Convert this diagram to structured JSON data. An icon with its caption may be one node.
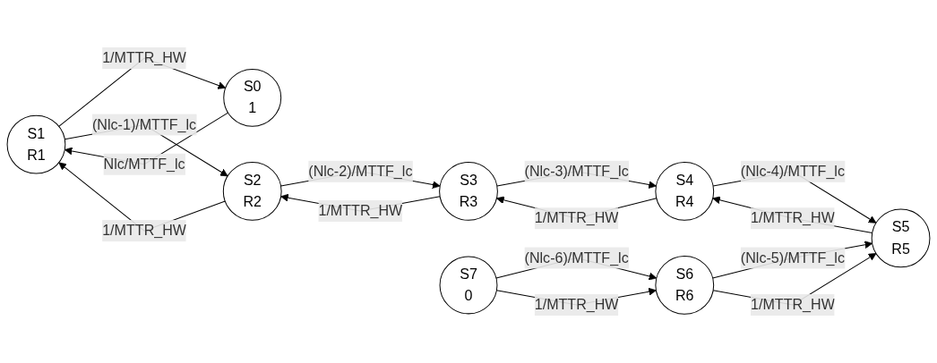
{
  "diagram": {
    "nodes": [
      {
        "text": [
          "S1",
          "R1"
        ]
      },
      {
        "text": [
          "S2",
          "R2"
        ]
      },
      {
        "text": [
          "S3",
          "R3"
        ]
      },
      {
        "text": [
          "S4",
          "R4"
        ]
      },
      {
        "text": [
          "S0",
          "1"
        ]
      },
      {
        "text": [
          "S7",
          "0"
        ]
      },
      {
        "text": [
          "S6",
          "R6"
        ]
      },
      {
        "text": [
          "S5",
          "R5"
        ]
      }
    ],
    "edges": [
      {
        "from": 4,
        "to": 0,
        "arrow": "to",
        "label": "Nlc/MTTF_lc"
      },
      {
        "from": 0,
        "to": 4,
        "arrow": "to",
        "label": "1/MTTR_HW"
      },
      {
        "from": 0,
        "to": 1,
        "arrow": "to",
        "label": "(Nlc-1)/MTTF_lc"
      },
      {
        "from": 1,
        "to": 0,
        "arrow": "to",
        "label": "1/MTTR_HW"
      },
      {
        "from": 1,
        "to": 2,
        "arrow": "to",
        "label": "(Nlc-2)/MTTF_lc"
      },
      {
        "from": 2,
        "to": 1,
        "arrow": "to",
        "label": "1/MTTR_HW"
      },
      {
        "from": 2,
        "to": 3,
        "arrow": "to",
        "label": "(Nlc-3)/MTTF_lc"
      },
      {
        "from": 3,
        "to": 2,
        "arrow": "to",
        "label": "1/MTTR_HW"
      },
      {
        "from": 3,
        "to": 7,
        "arrow": "to",
        "label": "(Nlc-4)/MTTF_lc"
      },
      {
        "from": 7,
        "to": 3,
        "arrow": "to",
        "label": "1/MTTR_HW"
      },
      {
        "from": 6,
        "to": 7,
        "arrow": "to",
        "label": "(Nlc-5)/MTTF_lc"
      },
      {
        "from": 6,
        "to": 7,
        "arrow": "to",
        "label": "1/MTTR_HW"
      },
      {
        "from": 5,
        "to": 6,
        "arrow": "to",
        "label": "(Nlc-6)/MTTF_lc"
      },
      {
        "from": 5,
        "to": 6,
        "arrow": "to",
        "label": "1/MTTR_HW"
      }
    ]
  }
}
